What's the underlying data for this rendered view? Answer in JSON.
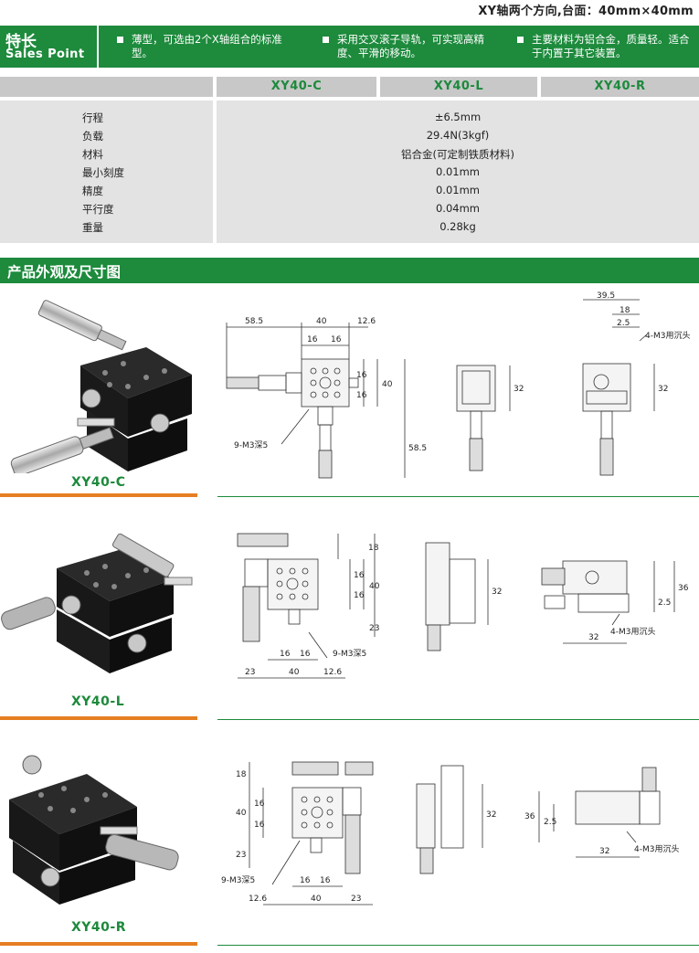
{
  "header": {
    "title": "XY轴两个方向,台面：40mm×40mm"
  },
  "features": {
    "label_zh": "特长",
    "label_en": "Sales Point",
    "items": [
      "薄型，可选由2个X轴组合的标准型。",
      "采用交叉滚子导轨，可实现高精度、平滑的移动。",
      "主要材料为铝合金，质量轻。适合于内置于其它装置。"
    ]
  },
  "spec_table": {
    "columns": [
      "XY40-C",
      "XY40-L",
      "XY40-R"
    ],
    "rows": [
      {
        "label": "行程",
        "value": "±6.5mm"
      },
      {
        "label": "负载",
        "value": "29.4N(3kgf)"
      },
      {
        "label": "材料",
        "value": "铝合金(可定制铁质材料)"
      },
      {
        "label": "最小刻度",
        "value": "0.01mm"
      },
      {
        "label": "精度",
        "value": "0.01mm"
      },
      {
        "label": "平行度",
        "value": "0.04mm"
      },
      {
        "label": "重量",
        "value": "0.28kg"
      }
    ]
  },
  "section": {
    "title": "产品外观及尺寸图"
  },
  "products": [
    {
      "model": "XY40-C",
      "dims": {
        "top_58_5": "58.5",
        "top_40": "40",
        "top_12_6": "12.6",
        "top_16a": "16",
        "top_16b": "16",
        "right_16a": "16",
        "right_16b": "16",
        "right_40": "40",
        "right_58_5": "58.5",
        "hole": "9-M3深5",
        "side_32": "32",
        "r_39_5": "39.5",
        "r_18": "18",
        "r_2_5": "2.5",
        "r_hole": "4-M3用沉头",
        "r_32": "32"
      }
    },
    {
      "model": "XY40-L",
      "dims": {
        "r_18": "18",
        "r_16a": "16",
        "r_16b": "16",
        "r_40": "40",
        "r_23": "23",
        "b_16a": "16",
        "b_16b": "16",
        "b_23": "23",
        "b_40": "40",
        "b_12_6": "12.6",
        "hole": "9-M3深5",
        "side_32": "32",
        "v_2_5": "2.5",
        "v_36": "36",
        "v_32": "32",
        "v_hole": "4-M3用沉头"
      }
    },
    {
      "model": "XY40-R",
      "dims": {
        "l_18": "18",
        "l_40": "40",
        "l_16a": "16",
        "l_16b": "16",
        "l_23": "23",
        "b_16a": "16",
        "b_16b": "16",
        "b_12_6": "12.6",
        "b_40": "40",
        "b_23": "23",
        "hole": "9-M3深5",
        "side_32": "32",
        "v_36": "36",
        "v_2_5": "2.5",
        "v_32": "32",
        "v_hole": "4-M3用沉头"
      }
    }
  ]
}
